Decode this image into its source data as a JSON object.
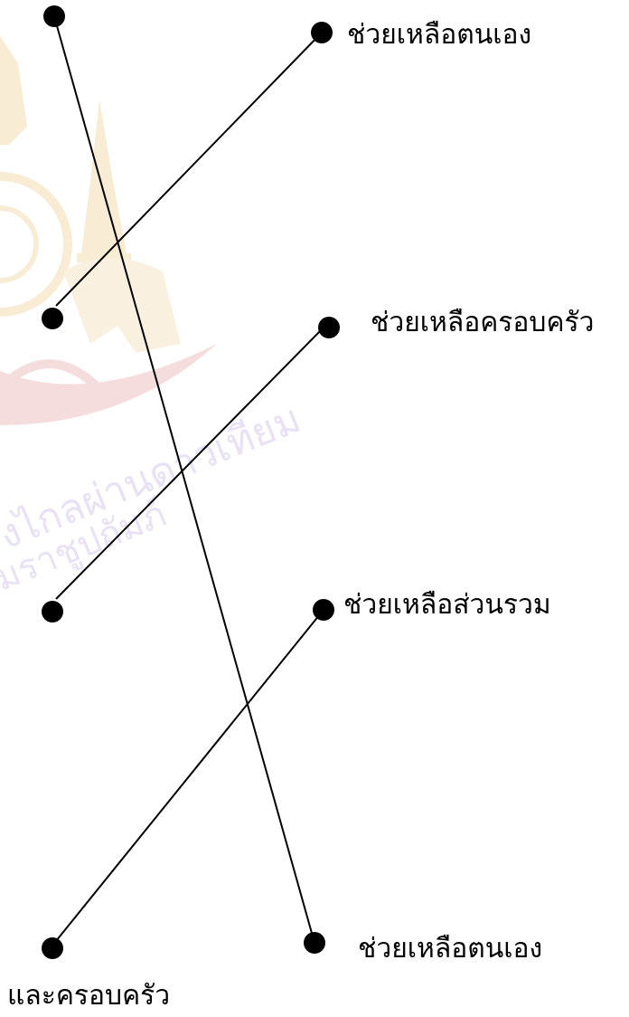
{
  "diagram": {
    "type": "matching-lines",
    "colors": {
      "line": "#000000",
      "dot": "#000000",
      "text": "#000000",
      "background": "#ffffff"
    },
    "watermark": {
      "description": "faded school emblem with elephant, crown and pagoda",
      "colors": [
        "#f0c98a",
        "#e8a0a0",
        "#c9b8e8"
      ],
      "text_lines": [
        "งไกลผ่านดาวเทียม",
        "มราชูปถัมภ์"
      ]
    },
    "left_column": [
      {
        "id": "L1",
        "label": ""
      },
      {
        "id": "L2",
        "label": ""
      },
      {
        "id": "L3",
        "label": ""
      },
      {
        "id": "L4",
        "label": "และครอบครัว"
      }
    ],
    "right_column": [
      {
        "id": "R1",
        "label": "ช่วยเหลือตนเอง"
      },
      {
        "id": "R2",
        "label": "ช่วยเหลือครอบครัว"
      },
      {
        "id": "R3",
        "label": "ช่วยเหลือส่วนรวม"
      },
      {
        "id": "R4",
        "label": "ช่วยเหลือตนเอง"
      }
    ],
    "connections": [
      {
        "from": "L1",
        "to": "R4"
      },
      {
        "from": "L2",
        "to": "R1"
      },
      {
        "from": "L3",
        "to": "R2"
      },
      {
        "from": "L4",
        "to": "R3"
      }
    ]
  }
}
